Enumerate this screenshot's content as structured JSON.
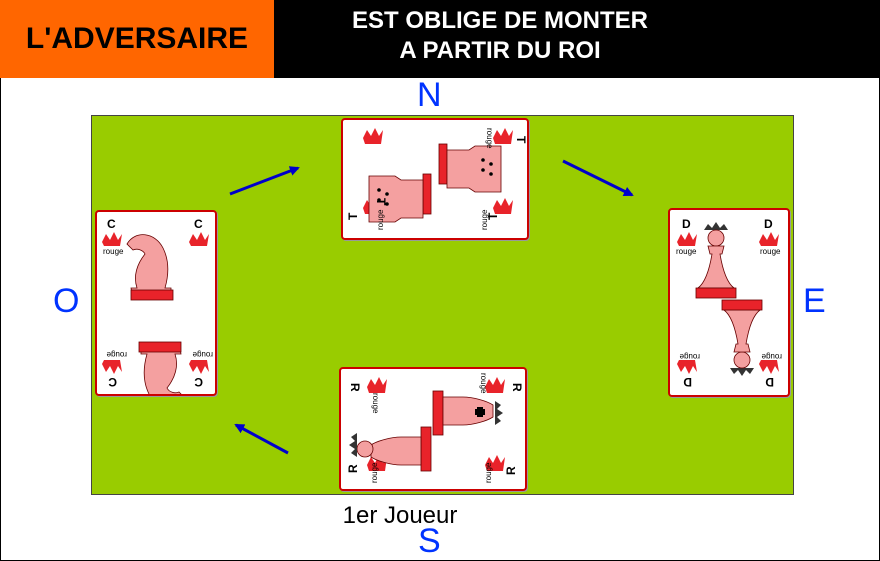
{
  "header": {
    "badge_label": "L'ADVERSAIRE",
    "title_line1": "EST OBLIGE DE MONTER",
    "title_line2": "A PARTIR DU ROI"
  },
  "compass": {
    "north": "N",
    "south": "S",
    "east": "E",
    "west": "O"
  },
  "player_label": "1er Joueur",
  "cards": {
    "north": {
      "letter": "T",
      "color_word": "rouge",
      "piece": "tour"
    },
    "east": {
      "letter": "D",
      "color_word": "rouge",
      "piece": "dame"
    },
    "south": {
      "letter": "R",
      "color_word": "rouge",
      "piece": "roi"
    },
    "west": {
      "letter": "C",
      "color_word": "rouge",
      "piece": "cavalier"
    }
  },
  "colors": {
    "table": "#99cc00",
    "badge": "#ff6600",
    "arrow": "#0000cc",
    "card_red": "#e8232a"
  }
}
